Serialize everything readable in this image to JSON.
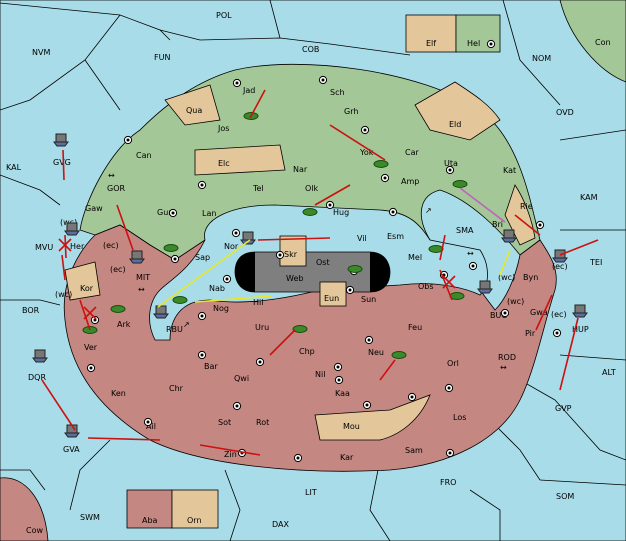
{
  "colors": {
    "sea": "#a8dce8",
    "green_power": "#a3c797",
    "red_power": "#c48781",
    "neutral": "#e3c79a",
    "island_dark": "#7f7f7f",
    "order_move": "#cc1111",
    "order_support": "#e7e72a",
    "order_convoy": "#c060c0"
  },
  "legend_boxes": [
    {
      "id": "elf",
      "label": "Elf",
      "owner": "neutral"
    },
    {
      "id": "hel",
      "label": "Hel",
      "owner": "green"
    },
    {
      "id": "aba",
      "label": "Aba",
      "owner": "red"
    },
    {
      "id": "orn",
      "label": "Orn",
      "owner": "neutral"
    }
  ],
  "sea_labels": [
    "POL",
    "COB",
    "FUN",
    "NVM",
    "NOM",
    "Con",
    "OVD",
    "KAL",
    "KAM",
    "TEI",
    "GOR",
    "MIT",
    "MVU",
    "BOR",
    "RBU",
    "SMA",
    "BUC",
    "ROD",
    "ALT",
    "GVP",
    "LIT",
    "FRO",
    "SOM",
    "SWM",
    "DAX",
    "Cow",
    "GVG",
    "DQR",
    "GVA",
    "HUP"
  ],
  "green_labels": [
    "Jad",
    "Sch",
    "Qua",
    "Jos",
    "Grh",
    "Eld",
    "Can",
    "Elc",
    "Nar",
    "Yok",
    "Car",
    "Uta",
    "Kat",
    "Gaw",
    "Tel",
    "Olk",
    "Amp",
    "Gur",
    "Lan",
    "Hug",
    "Rie",
    "Nor",
    "Vil",
    "Esm",
    "Bri",
    "Sap",
    "Mel",
    "Byn",
    "Nab"
  ],
  "red_labels": [
    "Her",
    "Kor",
    "Ark",
    "Ver",
    "Nog",
    "Hil",
    "Sun",
    "Obs",
    "Gwa",
    "Uru",
    "Feu",
    "Pir",
    "Chp",
    "Neu",
    "Orl",
    "Bar",
    "Qwi",
    "Nil",
    "Ken",
    "Chr",
    "Kaa",
    "Los",
    "Ail",
    "Sot",
    "Rot",
    "Mou",
    "Zin",
    "Kar",
    "Sam"
  ],
  "neutral_labels": [
    "Skr",
    "Eun"
  ],
  "island_labels": [
    "Web",
    "Ost"
  ],
  "coast_tags": [
    "(wc)",
    "(ec)",
    "(ec)",
    "(wc)",
    "(wc)",
    "(wc)",
    "(ec)",
    "(ec)"
  ]
}
